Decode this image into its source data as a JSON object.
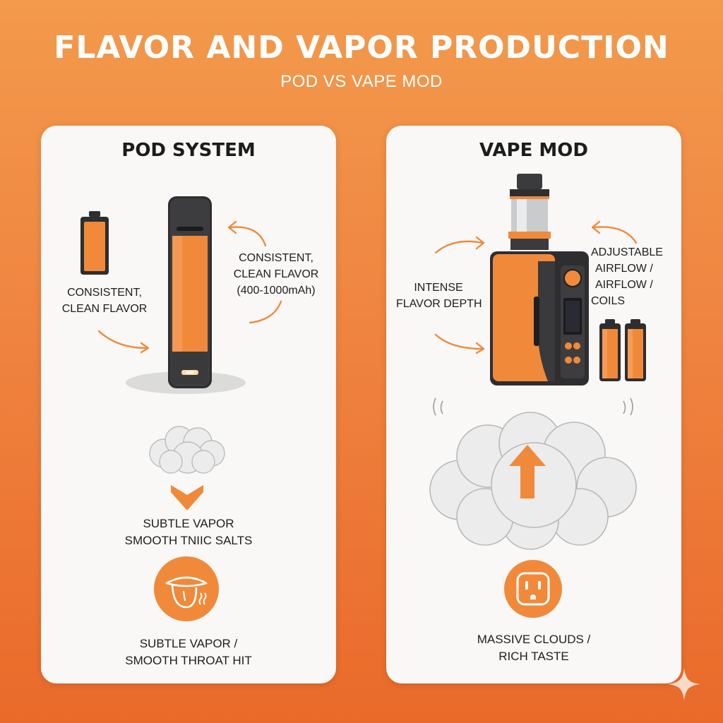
{
  "header": {
    "title": "FLAVOR AND VAPOR PRODUCTION",
    "subtitle": "POD VS VAPE MOD"
  },
  "pod": {
    "title": "POD SYSTEM",
    "battery_label": [
      "CONSISTENT,",
      "CLEAN FLAVOR"
    ],
    "device_label": [
      "CONSISTENT,",
      "CLEAN FLAVOR",
      "(400-1000mAh)"
    ],
    "vapor_label": [
      "SUBTLE VAPOR",
      "SMOOTH TNIIC SALTS"
    ],
    "taste_label": [
      "SUBTLE VAPOR /",
      "SMOOTH THROAT HIT"
    ],
    "icons": [
      "battery-icon",
      "pod-device-icon",
      "small-cloud-icon",
      "down-arrow-icon",
      "tongue-icon"
    ]
  },
  "mod": {
    "title": "VAPE MOD",
    "left_label": [
      "INTENSE",
      "FLAVOR DEPTH"
    ],
    "right_label": [
      "ADJUSTABLE",
      "AIRFLOW /",
      "AIRFLOW /",
      "COILS"
    ],
    "bottom_label": [
      "MASSIVE CLOUDS /",
      "RICH TASTE"
    ],
    "icons": [
      "box-mod-icon",
      "tank-icon",
      "battery-pair-icon",
      "big-cloud-icon",
      "up-arrow-icon",
      "power-outlet-icon"
    ]
  },
  "colors": {
    "accent": "#f08a3a",
    "background_top": "#f39a4c",
    "background_bottom": "#ea6a2a",
    "panel": "#f9f8f7",
    "dark": "#2e2e30"
  }
}
